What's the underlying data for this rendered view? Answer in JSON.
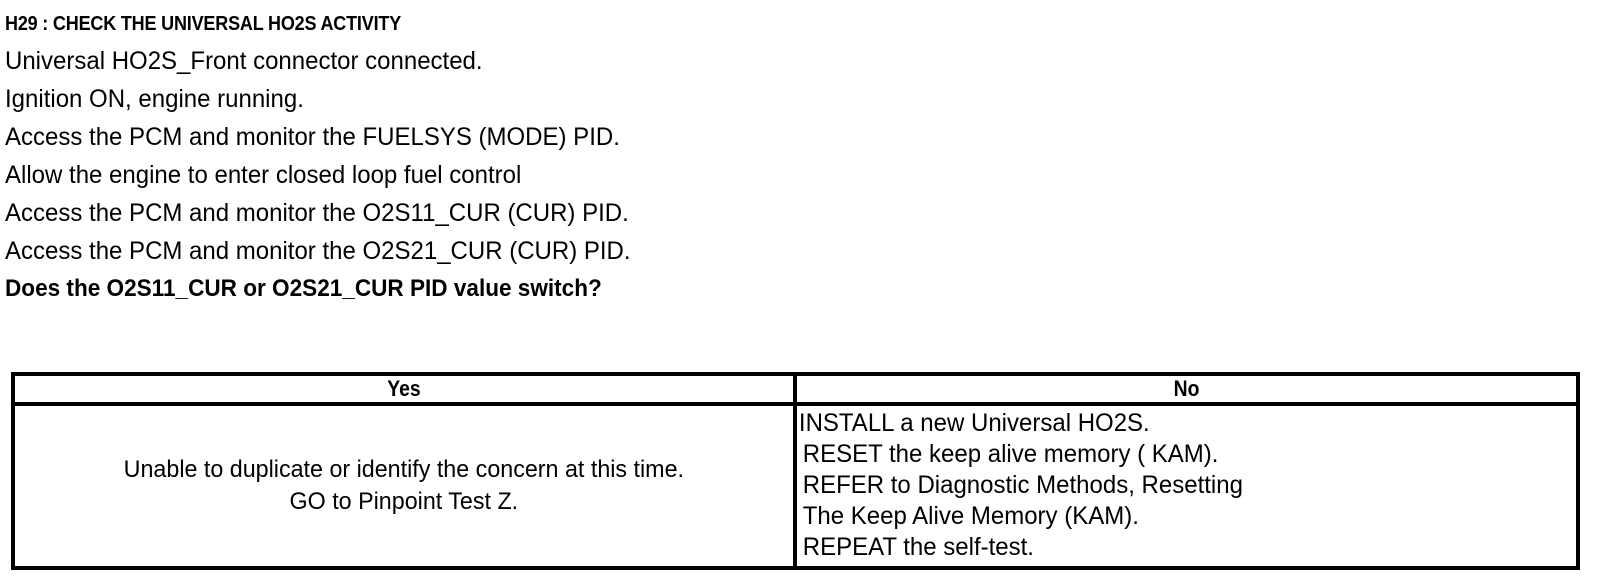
{
  "procedure": {
    "title": "H29 : CHECK THE UNIVERSAL HO2S ACTIVITY",
    "lines": [
      "Universal HO2S_Front connector connected.",
      "Ignition ON, engine running.",
      "Access the PCM and monitor the  FUELSYS (MODE) PID.",
      "Allow the engine to enter closed loop fuel control",
      "Access the PCM and monitor the  O2S11_CUR (CUR) PID.",
      "Access the PCM and monitor the  O2S21_CUR (CUR) PID."
    ],
    "question": "Does the O2S11_CUR or O2S21_CUR  PID value switch?"
  },
  "decision_table": {
    "headers": {
      "yes": "Yes",
      "no": "No"
    },
    "yes_cell": {
      "lines": [
        "Unable to duplicate or identify the concern at this time.",
        "GO to Pinpoint Test Z."
      ]
    },
    "no_cell": {
      "lines": [
        "INSTALL a new Universal HO2S.",
        "RESET the keep alive memory ( KAM).",
        "REFER to  Diagnostic Methods, Resetting",
        "The Keep Alive Memory (KAM).",
        "REPEAT the self-test."
      ]
    }
  },
  "colors": {
    "ink": "#000000",
    "page": "#ffffff"
  }
}
